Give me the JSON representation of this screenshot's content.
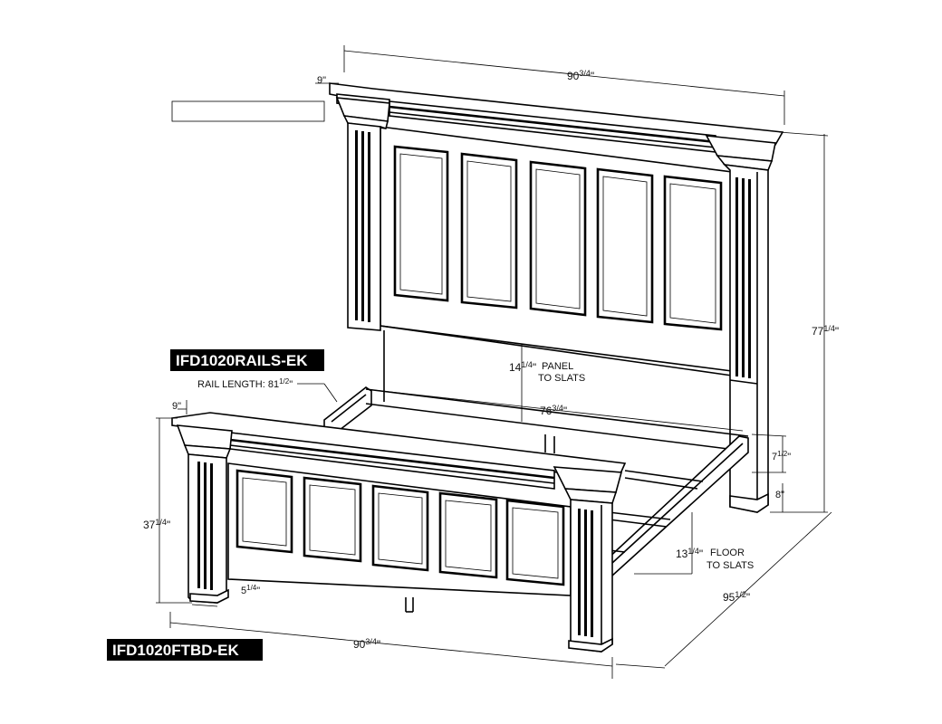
{
  "labels": {
    "rails_part": "IFD1020RAILS-EK",
    "footboard_part": "IFD1020FTBD-EK"
  },
  "dimensions": {
    "headboard_width": "90",
    "headboard_width_frac": "3/4",
    "headboard_depth": "9\"",
    "headboard_height": "77",
    "headboard_height_frac": "1/4",
    "panel_to_slats": "14",
    "panel_to_slats_frac": "1/4",
    "panel_to_slats_text_1": "PANEL",
    "panel_to_slats_text_2": "TO SLATS",
    "rail_length_label": "RAIL LENGTH: 81",
    "rail_length_frac": "1/2",
    "inner_width": "76",
    "inner_width_frac": "3/4",
    "rail_height": "7",
    "rail_height_frac": "1/2",
    "rail_floor": "8\"",
    "footboard_depth": "9\"",
    "footboard_height": "37",
    "footboard_height_frac": "1/4",
    "footboard_leg": "5",
    "footboard_leg_frac": "1/4",
    "floor_to_slats": "13",
    "floor_to_slats_frac": "1/4",
    "floor_to_slats_text_1": "FLOOR",
    "floor_to_slats_text_2": "TO SLATS",
    "overall_length": "95",
    "overall_length_frac": "1/2",
    "footboard_width": "90",
    "footboard_width_frac": "3/4"
  }
}
